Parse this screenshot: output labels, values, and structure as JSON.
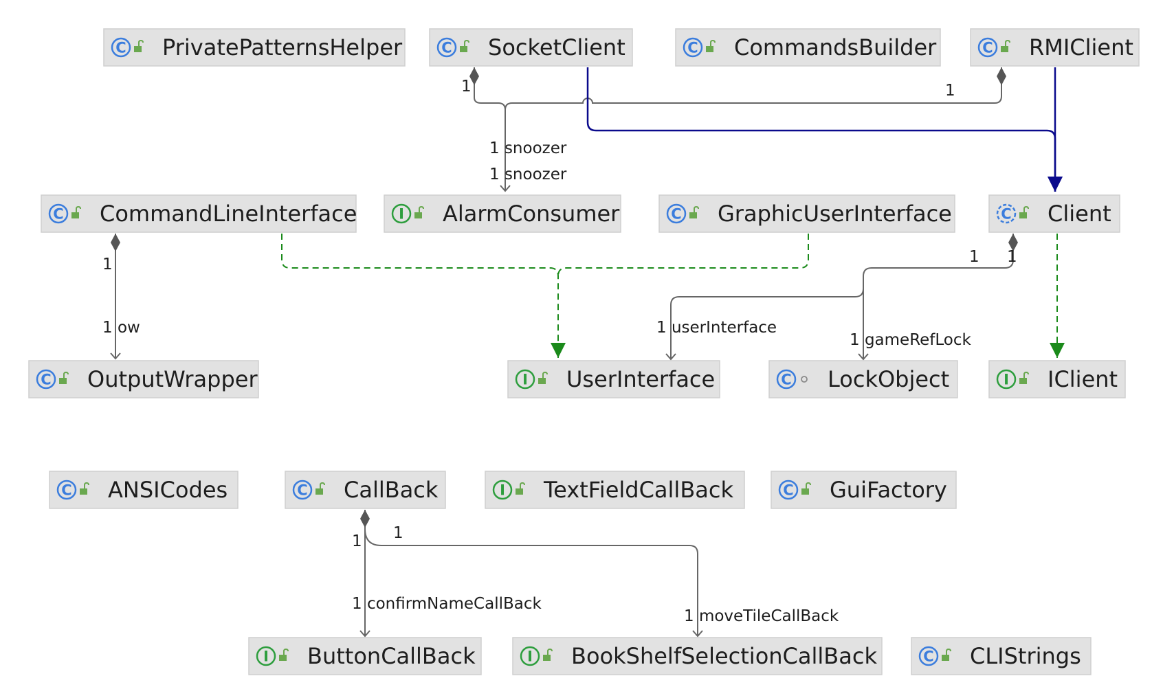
{
  "diagram": {
    "colors": {
      "class_icon": "#3b7ddd",
      "interface_icon": "#2e9e3e",
      "lock_icon": "#6aa84f",
      "association": "#666666",
      "inheritance": "#0a0a8c",
      "realization": "#1a8a1a",
      "node_fill": "#e2e2e2"
    },
    "nodes": [
      {
        "id": "PrivatePatternsHelper",
        "label": "PrivatePatternsHelper",
        "kind": "class",
        "access": "public"
      },
      {
        "id": "SocketClient",
        "label": "SocketClient",
        "kind": "class",
        "access": "public"
      },
      {
        "id": "CommandsBuilder",
        "label": "CommandsBuilder",
        "kind": "class",
        "access": "public"
      },
      {
        "id": "RMIClient",
        "label": "RMIClient",
        "kind": "class",
        "access": "public"
      },
      {
        "id": "CommandLineInterface",
        "label": "CommandLineInterface",
        "kind": "class",
        "access": "public"
      },
      {
        "id": "AlarmConsumer",
        "label": "AlarmConsumer",
        "kind": "interface",
        "access": "public"
      },
      {
        "id": "GraphicUserInterface",
        "label": "GraphicUserInterface",
        "kind": "class",
        "access": "public"
      },
      {
        "id": "Client",
        "label": "Client",
        "kind": "abstract",
        "access": "public"
      },
      {
        "id": "OutputWrapper",
        "label": "OutputWrapper",
        "kind": "class",
        "access": "public"
      },
      {
        "id": "UserInterface",
        "label": "UserInterface",
        "kind": "interface",
        "access": "public"
      },
      {
        "id": "LockObject",
        "label": "LockObject",
        "kind": "class",
        "access": "package"
      },
      {
        "id": "IClient",
        "label": "IClient",
        "kind": "interface",
        "access": "public"
      },
      {
        "id": "ANSICodes",
        "label": "ANSICodes",
        "kind": "class",
        "access": "public"
      },
      {
        "id": "CallBack",
        "label": "CallBack",
        "kind": "class",
        "access": "public"
      },
      {
        "id": "TextFieldCallBack",
        "label": "TextFieldCallBack",
        "kind": "interface",
        "access": "public"
      },
      {
        "id": "GuiFactory",
        "label": "GuiFactory",
        "kind": "class",
        "access": "public"
      },
      {
        "id": "ButtonCallBack",
        "label": "ButtonCallBack",
        "kind": "interface",
        "access": "public"
      },
      {
        "id": "BookShelfSelectionCallBack",
        "label": "BookShelfSelectionCallBack",
        "kind": "interface",
        "access": "public"
      },
      {
        "id": "CLIStrings",
        "label": "CLIStrings",
        "kind": "class",
        "access": "public"
      }
    ],
    "edges": [
      {
        "id": "socketclient-alarmconsumer",
        "from": "SocketClient",
        "to": "AlarmConsumer",
        "type": "composition",
        "source_mult": "1",
        "target_label": "1 snoozer"
      },
      {
        "id": "rmiclient-alarmconsumer",
        "from": "RMIClient",
        "to": "AlarmConsumer",
        "type": "composition",
        "source_mult": "1",
        "target_label": "1 snoozer"
      },
      {
        "id": "socketclient-client",
        "from": "SocketClient",
        "to": "Client",
        "type": "inheritance"
      },
      {
        "id": "rmiclient-client",
        "from": "RMIClient",
        "to": "Client",
        "type": "inheritance"
      },
      {
        "id": "cli-outputwrapper",
        "from": "CommandLineInterface",
        "to": "OutputWrapper",
        "type": "composition",
        "source_mult": "1",
        "target_label": "1 ow"
      },
      {
        "id": "cli-userinterface",
        "from": "CommandLineInterface",
        "to": "UserInterface",
        "type": "realization"
      },
      {
        "id": "gui-userinterface",
        "from": "GraphicUserInterface",
        "to": "UserInterface",
        "type": "realization"
      },
      {
        "id": "client-userinterface",
        "from": "Client",
        "to": "UserInterface",
        "type": "composition",
        "source_mult": "1",
        "target_label": "1 userInterface"
      },
      {
        "id": "client-lockobject",
        "from": "Client",
        "to": "LockObject",
        "type": "composition",
        "source_mult": "1",
        "target_label": "1 gameRefLock"
      },
      {
        "id": "client-iclient",
        "from": "Client",
        "to": "IClient",
        "type": "realization"
      },
      {
        "id": "callback-buttoncallback",
        "from": "CallBack",
        "to": "ButtonCallBack",
        "type": "composition",
        "source_mult": "1",
        "target_label": "1 confirmNameCallBack"
      },
      {
        "id": "callback-bookshelf",
        "from": "CallBack",
        "to": "BookShelfSelectionCallBack",
        "type": "composition",
        "source_mult": "1",
        "target_label": "1 moveTileCallBack"
      }
    ]
  }
}
